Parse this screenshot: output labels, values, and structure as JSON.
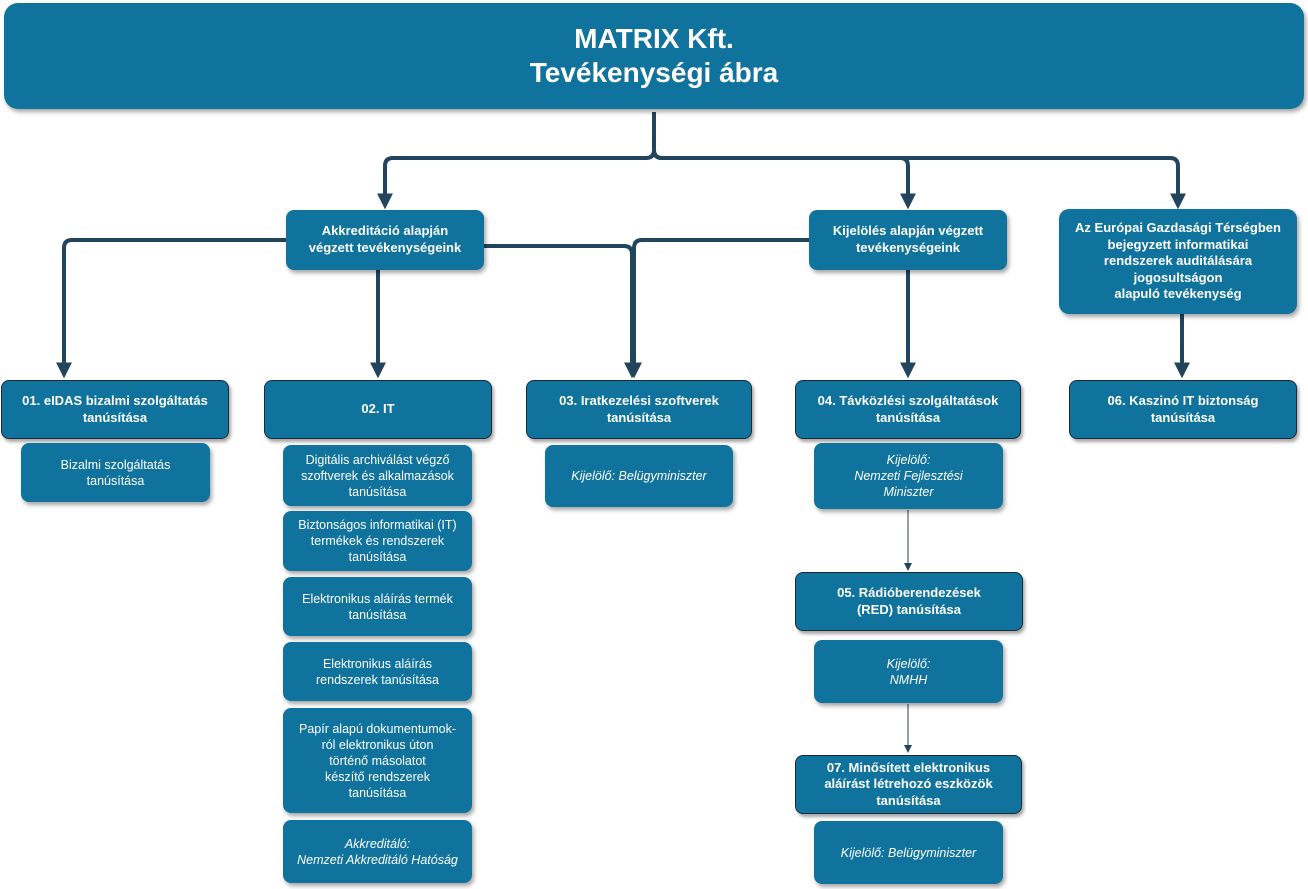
{
  "header": {
    "line1": "MATRIX Kft.",
    "line2": "Tevékenységi ábra"
  },
  "categories": {
    "accreditation": "Akkreditáció alapján\nvégzett tevékenységeink",
    "designation": "Kijelölés alapján végzett\ntevékenységeink",
    "eea": "Az Európai Gazdasági Térségben\nbejegyzett informatikai\nrendszerek auditálására\njogosultságon\nalapuló tevékenység"
  },
  "units": {
    "u01": "01. eIDAS bizalmi szolgáltatás\ntanúsítása",
    "u02": "02. IT",
    "u03": "03. Iratkezelési szoftverek\ntanúsítása",
    "u04": "04. Távközlési szolgáltatások\ntanúsítása",
    "u05": "05. Rádióberendezések\n(RED) tanúsítása",
    "u06": "06. Kaszinó IT biztonság\ntanúsítása",
    "u07": "07. Minősített elektronikus\naláírást létrehozó eszközök\ntanúsítása"
  },
  "details": {
    "u01_trust": "Bizalmi szolgáltatás\ntanúsítása",
    "it_items": [
      "Digitális archiválást végző\nszoftverek és alkalmazások\ntanúsítása",
      "Biztonságos informatikai (IT)\ntermékek és rendszerek\ntanúsítása",
      "Elektronikus aláírás termék\ntanúsítása",
      "Elektronikus aláírás\nrendszerek tanúsítása",
      "Papír alapú dokumentumok-\nról elektronikus úton\ntörténő másolatot\nkészítő rendszerek\ntanúsítása"
    ],
    "it_accreditor": "Akkreditáló:\nNemzeti Akkreditáló Hatóság",
    "u03_designator": "Kijelölő: Belügyminiszter",
    "u04_designator": "Kijelölő:\nNemzeti Fejlesztési\nMiniszter",
    "u05_designator": "Kijelölő:\nNMHH",
    "u07_designator": "Kijelölő: Belügyminiszter"
  },
  "colors": {
    "box_fill": "#10739e",
    "connector": "#23445d",
    "text": "#ffffff"
  }
}
